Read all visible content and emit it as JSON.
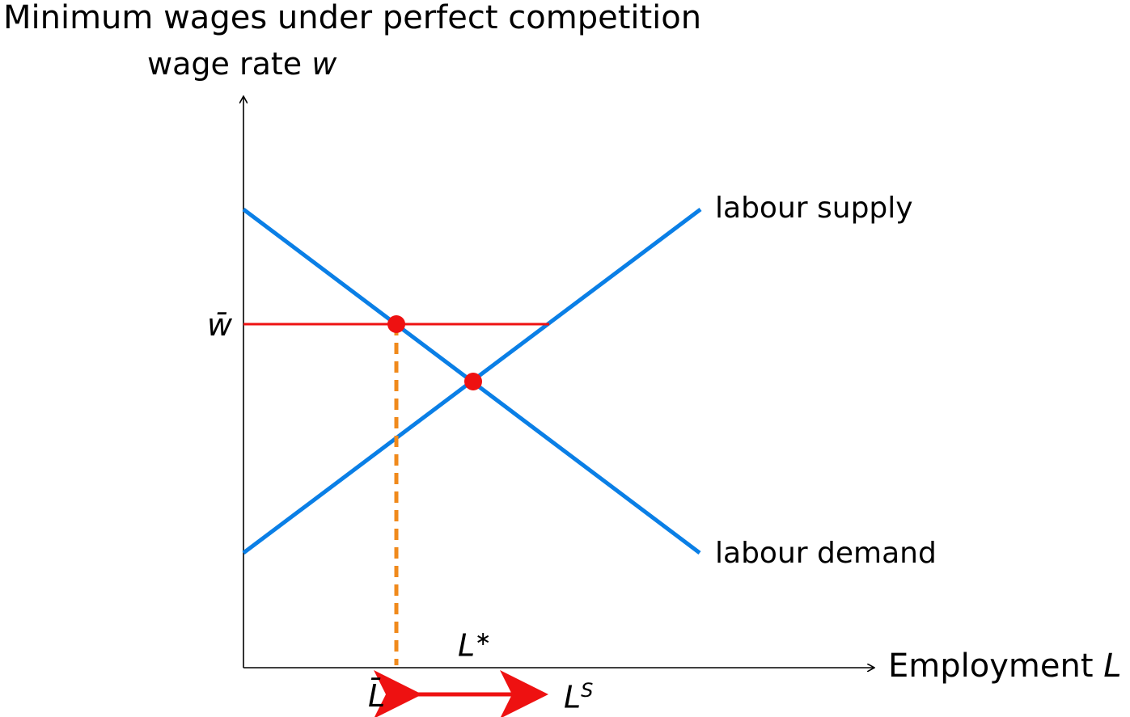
{
  "diagram": {
    "title": "Minimum wages under perfect competition",
    "y_axis_label": "wage rate",
    "y_axis_var": "w",
    "x_axis_label": "Employment",
    "x_axis_var": "L",
    "supply_label": "labour supply",
    "demand_label": "labour demand",
    "min_wage_symbol": "w̄",
    "l_bar_symbol": "L̄",
    "l_star_base": "L",
    "l_star_sup": "∗",
    "l_supply_base": "L",
    "l_supply_sup": "S",
    "colors": {
      "curves": "#0a7fe6",
      "min_wage": "#ee1111",
      "points": "#ee1111",
      "dashed": "#f08a1c",
      "arrow": "#ee1111",
      "axes": "#000000"
    }
  }
}
